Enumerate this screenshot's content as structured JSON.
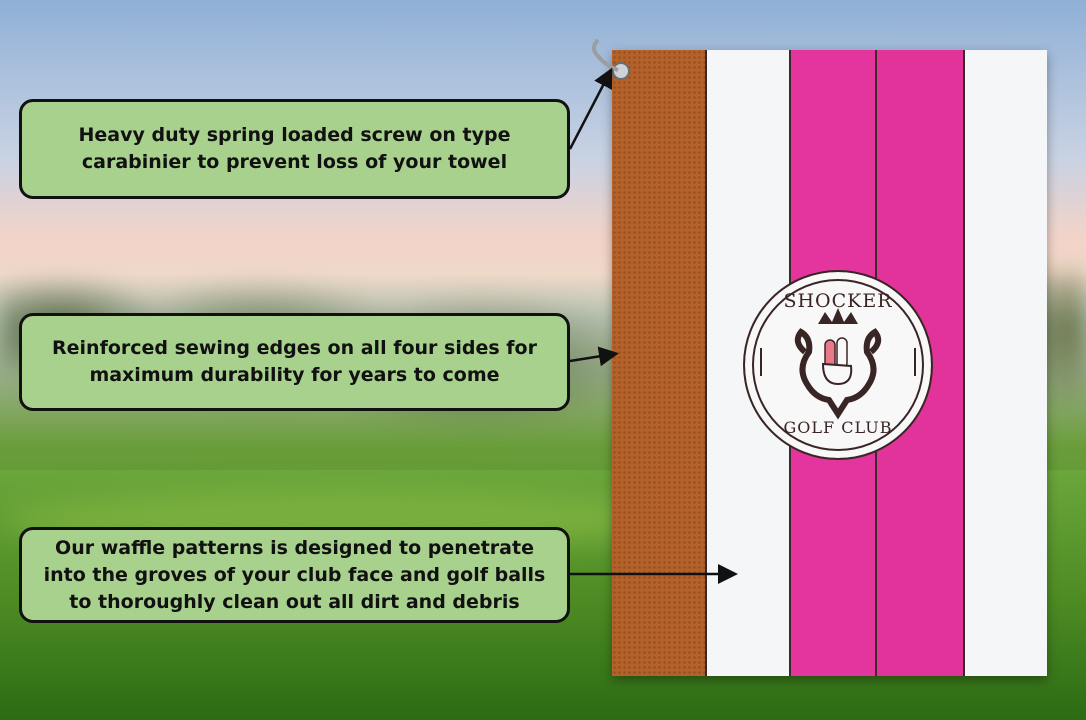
{
  "callouts": {
    "carabiner": "Heavy duty spring loaded screw on type carabinier to prevent loss of your towel",
    "sewing": "Reinforced sewing edges on all four sides for maximum durability for years to come",
    "waffle": "Our waffle patterns is designed to penetrate into the groves of your club face and golf balls to thoroughly clean out all dirt and debris"
  },
  "logo": {
    "top_text": "SHOCKER",
    "bottom_text": "GOLF CLUB"
  },
  "colors": {
    "callout_fill": "#a9d18e",
    "towel_brown": "#b5622a",
    "towel_pink": "#e4359e",
    "towel_white": "#f4f6f8"
  }
}
